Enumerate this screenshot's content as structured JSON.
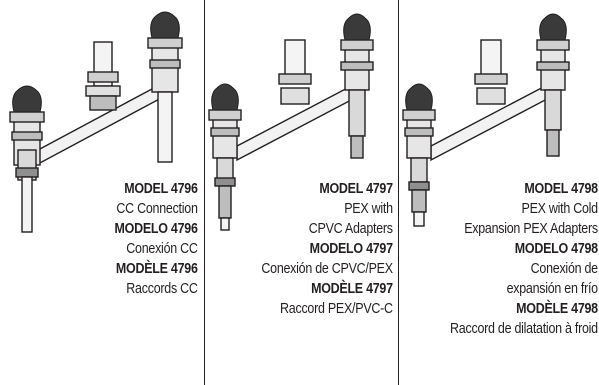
{
  "panels": [
    {
      "lines": [
        {
          "text": "MODEL 4796",
          "bold": true
        },
        {
          "text": "CC Connection",
          "bold": false
        },
        {
          "text": "MODELO 4796",
          "bold": true
        },
        {
          "text": "Conexión CC",
          "bold": false
        },
        {
          "text": "MODÈLE 4796",
          "bold": true
        },
        {
          "text": "Raccords CC",
          "bold": false
        }
      ]
    },
    {
      "lines": [
        {
          "text": "MODEL 4797",
          "bold": true
        },
        {
          "text": "PEX with",
          "bold": false
        },
        {
          "text": "CPVC Adapters",
          "bold": false
        },
        {
          "text": "MODELO 4797",
          "bold": true
        },
        {
          "text": "Conexión de CPVC/PEX",
          "bold": false
        },
        {
          "text": "MODÈLE 4797",
          "bold": true
        },
        {
          "text": "Raccord PEX/PVC-C",
          "bold": false
        }
      ]
    },
    {
      "lines": [
        {
          "text": "MODEL 4798",
          "bold": true
        },
        {
          "text": "PEX with Cold",
          "bold": false
        },
        {
          "text": "Expansion PEX Adapters",
          "bold": false
        },
        {
          "text": "MODELO 4798",
          "bold": true
        },
        {
          "text": "Conexión de",
          "bold": false
        },
        {
          "text": "expansión en frío",
          "bold": false
        },
        {
          "text": "MODÈLE 4798",
          "bold": true
        },
        {
          "text": "Raccord de dilatation à froid",
          "bold": false
        }
      ]
    }
  ]
}
